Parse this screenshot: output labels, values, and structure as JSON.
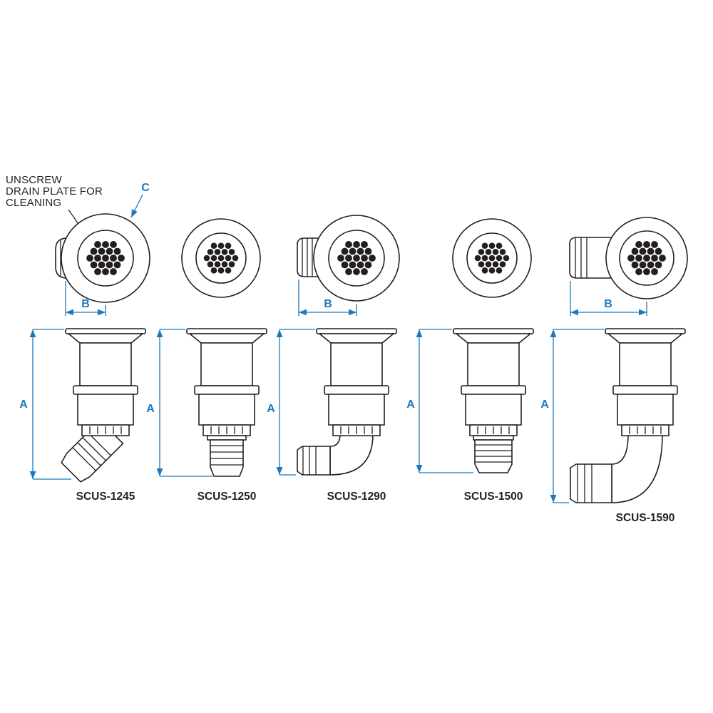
{
  "diagram": {
    "annotation_note": {
      "line1": "UNSCREW",
      "line2": "DRAIN PLATE FOR",
      "line3": "CLEANING"
    },
    "dimension_labels": {
      "a": "A",
      "b": "B",
      "c": "C"
    },
    "products": [
      {
        "part_number": "SCUS-1245"
      },
      {
        "part_number": "SCUS-1250"
      },
      {
        "part_number": "SCUS-1290"
      },
      {
        "part_number": "SCUS-1500"
      },
      {
        "part_number": "SCUS-1590"
      }
    ],
    "colors": {
      "line": "#231f20",
      "dimension": "#1b79bd",
      "background": "#ffffff"
    }
  }
}
